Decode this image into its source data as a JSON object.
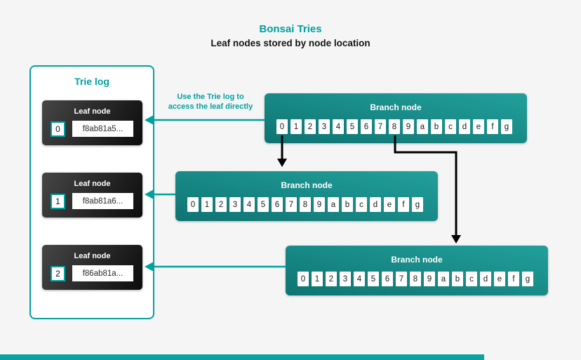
{
  "colors": {
    "accent": "#00a19e",
    "bg": "#f5f5f6",
    "text_dark": "#141414",
    "branch_a": "#0e7472",
    "branch_b": "#22a09c",
    "leaf_a": "#464646",
    "leaf_b": "#0c0c0c",
    "bar": "#0aa39f"
  },
  "header": {
    "title": "Bonsai Tries",
    "subtitle": "Leaf nodes stored by node location"
  },
  "trie_log": {
    "title": "Trie log",
    "leaves": [
      {
        "label": "Leaf node",
        "index": "0",
        "hash": "f8ab81a5..."
      },
      {
        "label": "Leaf node",
        "index": "1",
        "hash": "f8ab81a6..."
      },
      {
        "label": "Leaf node",
        "index": "2",
        "hash": "f86ab81a..."
      }
    ]
  },
  "branch_nodes": [
    {
      "label": "Branch node",
      "cells": [
        "0",
        "1",
        "2",
        "3",
        "4",
        "5",
        "6",
        "7",
        "8",
        "9",
        "a",
        "b",
        "c",
        "d",
        "e",
        "f",
        "g"
      ]
    },
    {
      "label": "Branch node",
      "cells": [
        "0",
        "1",
        "2",
        "3",
        "4",
        "5",
        "6",
        "7",
        "8",
        "9",
        "a",
        "b",
        "c",
        "d",
        "e",
        "f",
        "g"
      ]
    },
    {
      "label": "Branch node",
      "cells": [
        "0",
        "1",
        "2",
        "3",
        "4",
        "5",
        "6",
        "7",
        "8",
        "9",
        "a",
        "b",
        "c",
        "d",
        "e",
        "f",
        "g"
      ]
    }
  ],
  "annotation": {
    "line1": "Use the Trie log to",
    "line2": "access the leaf directly"
  }
}
